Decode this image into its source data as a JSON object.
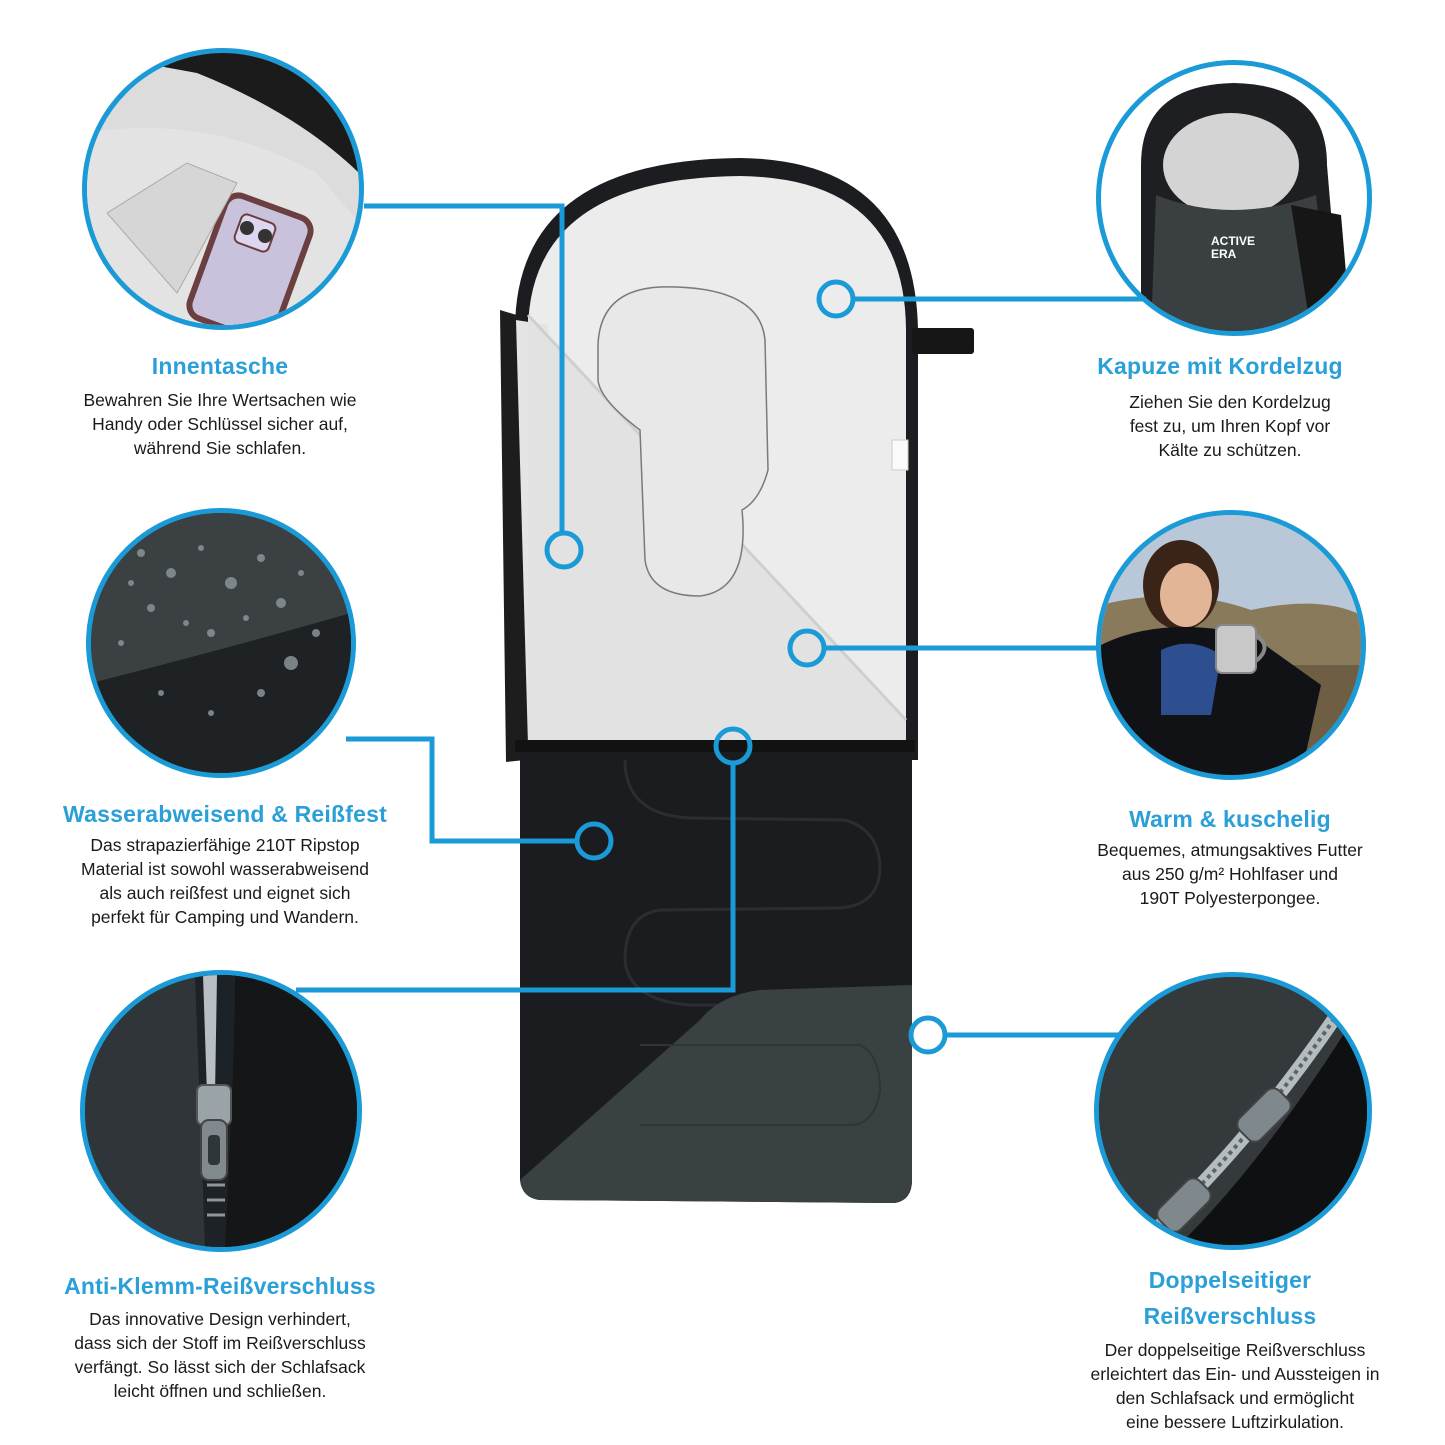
{
  "brand": {
    "logo_line1": "ACTIVE",
    "logo_line2": "ERA",
    "accent_color": "#1a9ad6",
    "title_color": "#2a9fd8"
  },
  "product": {
    "name": "sleeping-bag",
    "lining_color": "#e6e6e6",
    "shell_color": "#1b1c1f",
    "panel_color": "#3b4244"
  },
  "features": [
    {
      "id": "innentasche",
      "title": "Innentasche",
      "description_lines": [
        "Bewahren Sie Ihre Wertsachen wie",
        "Handy oder Schlüssel sicher auf,",
        "während Sie schlafen."
      ],
      "image": "inner-pocket-with-phone",
      "side": "left"
    },
    {
      "id": "kapuze",
      "title": "Kapuze mit Kordelzug",
      "description_lines": [
        "Ziehen Sie den Kordelzug",
        "fest zu, um Ihren Kopf vor",
        "Kälte zu schützen."
      ],
      "image": "hood-with-drawstring",
      "side": "right"
    },
    {
      "id": "wasserabweisend",
      "title": "Wasserabweisend & Reißfest",
      "description_lines": [
        "Das strapazierfähige 210T Ripstop",
        "Material ist sowohl wasserabweisend",
        "als auch reißfest und eignet sich",
        "perfekt für Camping und Wandern."
      ],
      "image": "water-droplets-on-fabric",
      "side": "left"
    },
    {
      "id": "warm",
      "title": "Warm & kuschelig",
      "description_lines": [
        "Bequemes, atmungsaktives Futter",
        "aus 250 g/m² Hohlfaser und",
        "190T Polyesterpongee."
      ],
      "image": "woman-wrapped-in-sleeping-bag",
      "side": "right"
    },
    {
      "id": "antiklemm",
      "title": "Anti-Klemm-Reißverschluss",
      "description_lines": [
        "Das innovative Design verhindert,",
        "dass sich der Stoff im Reißverschluss",
        "verfängt. So lässt sich der Schlafsack",
        "leicht öffnen und schließen."
      ],
      "image": "zipper-closeup",
      "side": "left"
    },
    {
      "id": "doppelseitig",
      "title_lines": [
        "Doppelseitiger",
        "Reißverschluss"
      ],
      "description_lines": [
        "Der doppelseitige Reißverschluss",
        "erleichtert das Ein- und Aussteigen in",
        "den Schlafsack und ermöglicht",
        "eine bessere Luftzirkulation."
      ],
      "image": "double-zipper-closeup",
      "side": "right"
    }
  ]
}
